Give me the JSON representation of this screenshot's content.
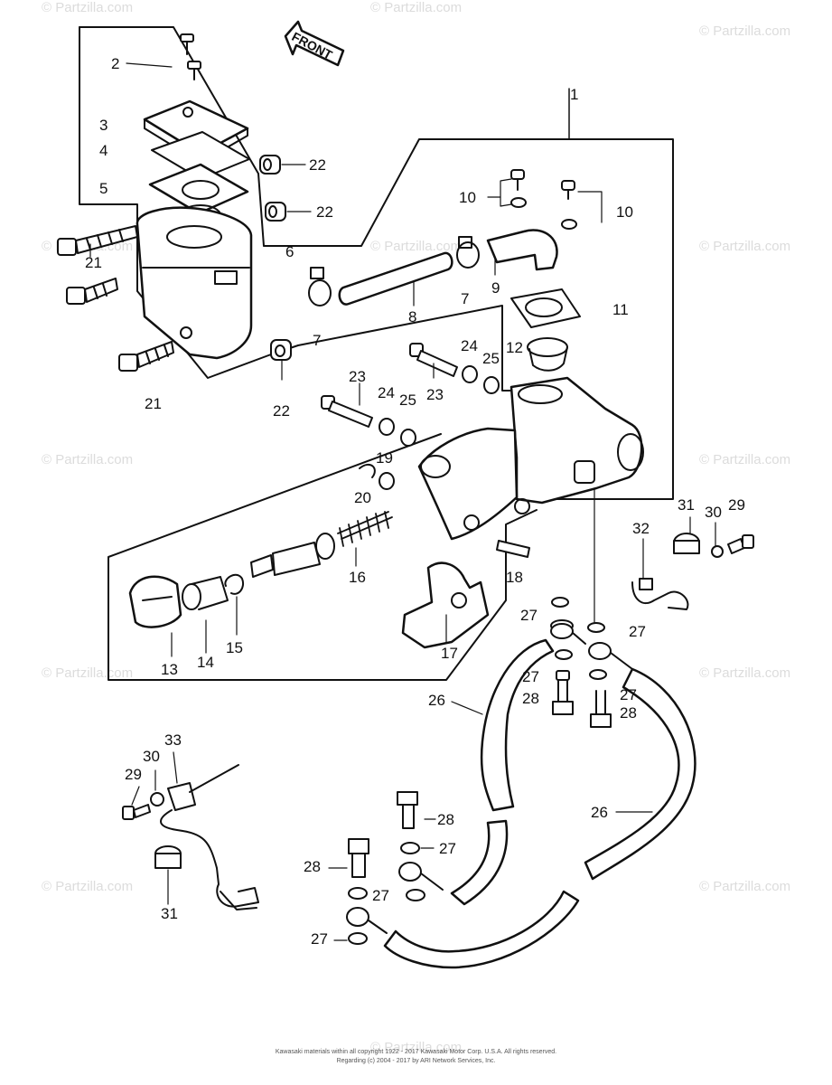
{
  "watermark": "© Partzilla.com",
  "front_label": "FRONT",
  "callouts": {
    "c1": "1",
    "c2": "2",
    "c3": "3",
    "c4": "4",
    "c5": "5",
    "c6": "6",
    "c7a": "7",
    "c7b": "7",
    "c8": "8",
    "c9": "9",
    "c10a": "10",
    "c10b": "10",
    "c11": "11",
    "c12": "12",
    "c13": "13",
    "c14": "14",
    "c15": "15",
    "c16": "16",
    "c17": "17",
    "c18": "18",
    "c19": "19",
    "c20": "20",
    "c21a": "21",
    "c21b": "21",
    "c22a": "22",
    "c22b": "22",
    "c22c": "22",
    "c23a": "23",
    "c23b": "23",
    "c24a": "24",
    "c24b": "24",
    "c25a": "25",
    "c25b": "25",
    "c26a": "26",
    "c26b": "26",
    "c27a": "27",
    "c27b": "27",
    "c27c": "27",
    "c27d": "27",
    "c27e": "27",
    "c27f": "27",
    "c27g": "27",
    "c28a": "28",
    "c28b": "28",
    "c28c": "28",
    "c28d": "28",
    "c29a": "29",
    "c29b": "29",
    "c30a": "30",
    "c30b": "30",
    "c31a": "31",
    "c31b": "31",
    "c32": "32",
    "c33": "33"
  },
  "footer": {
    "line1": "Kawasaki materials within all copyright 1922 - 2017 Kawasaki Motor Corp. U.S.A. All rights reserved.",
    "line2": "Regarding (c) 2004 - 2017 by ARI Network Services, Inc."
  }
}
